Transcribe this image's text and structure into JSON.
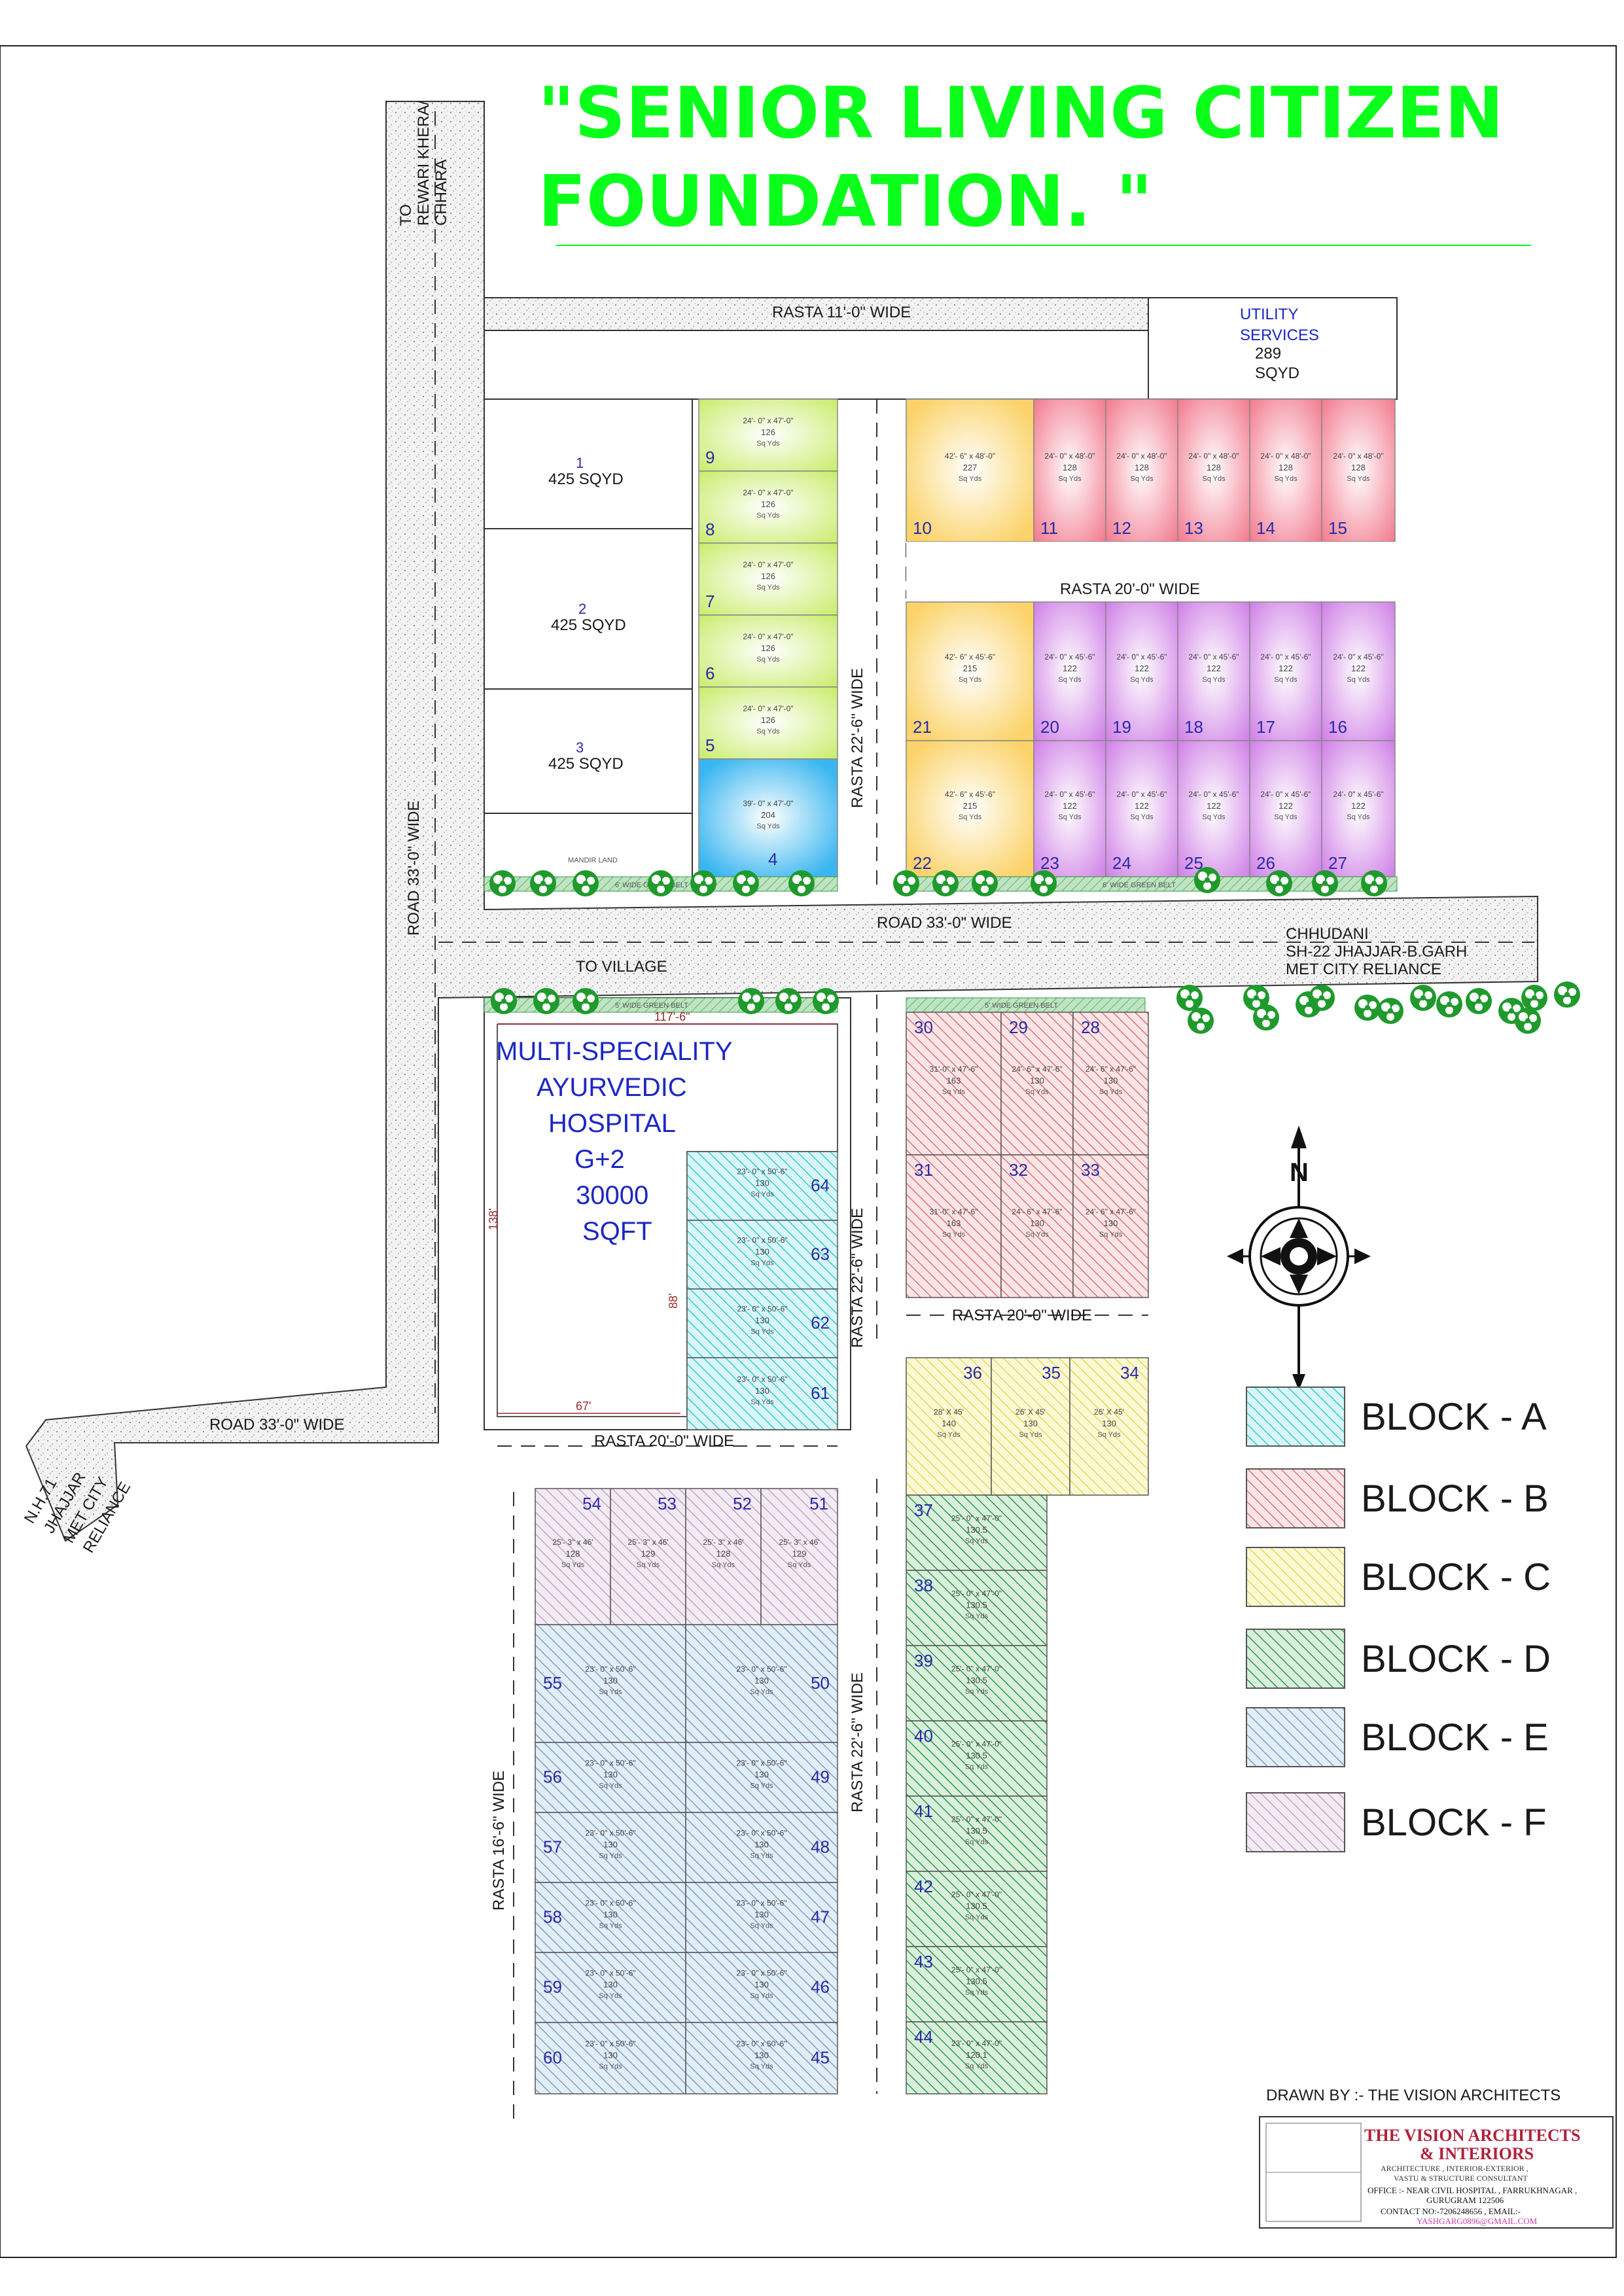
{
  "title": {
    "line1": "\"SENIOR LIVING CITIZEN",
    "line2": "FOUNDATION. \""
  },
  "colors": {
    "block_a": "#5ad6d8",
    "block_b": "#e28c90",
    "block_c": "#efe77a",
    "block_d": "#39a253",
    "block_e": "#7fa8c6",
    "block_f": "#c5a8c6",
    "title": "#0aff1a",
    "plot_number": "#2a2aa8",
    "tree": "#1f9a2c"
  },
  "roads": {
    "rasta_top": "RASTA 11'-0\" WIDE",
    "rasta_20_top": "RASTA  20'-0\"  WIDE",
    "rasta_22_top": "RASTA  22'-6\"  WIDE",
    "road_33_main": "ROAD 33'-0\" WIDE",
    "road_33_left": "ROAD 33'-0\" WIDE",
    "to_village": "TO VILLAGE",
    "chhudani_1": "CHHUDANI",
    "chhudani_2": "SH-22 JHAJJAR-B.GARH",
    "chhudani_3": "MET CITY RELIANCE",
    "rasta_22_mid": "RASTA  22'-6\"  WIDE",
    "rasta_20_mid": "RASTA  20'-0\"  WIDE",
    "rasta_20_bottom": "RASTA  20'-0\"  WIDE",
    "rasta_22_bottom": "RASTA  22'-6\"  WIDE",
    "rasta_16": "RASTA 16'-6\" WIDE",
    "road_33_vertical": "ROAD 33'-0\" WIDE",
    "to_rewari_1": "TO",
    "to_rewari_2": "REWARI KHERA/",
    "to_rewari_3": "CHHARA",
    "nh71_1": "N.H.71",
    "nh71_2": "JHAJJAR",
    "nh71_3": "MET CITY",
    "nh71_4": "RELIANCE"
  },
  "green_belts": {
    "six": "6' WIDE GREEN BELT",
    "five": "5' WIDE GREEN BELT"
  },
  "utility": {
    "line1": "UTILITY",
    "line2": "SERVICES",
    "line3": "289",
    "line4": "SQYD"
  },
  "big_plots": [
    {
      "num": "1",
      "area": "425 SQYD"
    },
    {
      "num": "2",
      "area": "425 SQYD"
    },
    {
      "num": "3",
      "area": "425 SQYD"
    }
  ],
  "mandir": "MANDIR LAND",
  "sq_yds": "Sq Yds",
  "plots": {
    "p9": {
      "num": "9",
      "dim": "24'- 0\" x 47'-0\"",
      "area": "126"
    },
    "p8": {
      "num": "8",
      "dim": "24'- 0\" x 47'-0\"",
      "area": "126"
    },
    "p7": {
      "num": "7",
      "dim": "24'- 0\" x 47'-0\"",
      "area": "126"
    },
    "p6": {
      "num": "6",
      "dim": "24'- 0\" x 47'-0\"",
      "area": "126"
    },
    "p5": {
      "num": "5",
      "dim": "24'- 0\" x 47'-0\"",
      "area": "126"
    },
    "p4": {
      "num": "4",
      "dim": "39'- 0\" x 47'-0\"",
      "area": "204"
    },
    "p10": {
      "num": "10",
      "dim": "42'- 6\" x 48'-0\"",
      "area": "227"
    },
    "p11": {
      "num": "11",
      "dim": "24'- 0\" x 48'-0\"",
      "area": "128"
    },
    "p12": {
      "num": "12",
      "dim": "24'- 0\" x 48'-0\"",
      "area": "128"
    },
    "p13": {
      "num": "13",
      "dim": "24'- 0\" x 48'-0\"",
      "area": "128"
    },
    "p14": {
      "num": "14",
      "dim": "24'- 0\" x 48'-0\"",
      "area": "128"
    },
    "p15": {
      "num": "15",
      "dim": "24'- 0\" x 48'-0\"",
      "area": "128"
    },
    "p21": {
      "num": "21",
      "dim": "42'- 6\" x 45'-6\"",
      "area": "215"
    },
    "p20": {
      "num": "20",
      "dim": "24'- 0\" x 45'-6\"",
      "area": "122"
    },
    "p19": {
      "num": "19",
      "dim": "24'- 0\" x 45'-6\"",
      "area": "122"
    },
    "p18": {
      "num": "18",
      "dim": "24'- 0\" x 45'-6\"",
      "area": "122"
    },
    "p17": {
      "num": "17",
      "dim": "24'- 0\" x 45'-6\"",
      "area": "122"
    },
    "p16": {
      "num": "16",
      "dim": "24'- 0\" x 45'-6\"",
      "area": "122"
    },
    "p22": {
      "num": "22",
      "dim": "42'- 6\" x 45'-6\"",
      "area": "215"
    },
    "p23": {
      "num": "23",
      "dim": "24'- 0\" x 45'-6\"",
      "area": "122"
    },
    "p24": {
      "num": "24",
      "dim": "24'- 0\" x 45'-6\"",
      "area": "122"
    },
    "p25": {
      "num": "25",
      "dim": "24'- 0\" x 45'-6\"",
      "area": "122"
    },
    "p26": {
      "num": "26",
      "dim": "24'- 0\" x 45'-6\"",
      "area": "122"
    },
    "p27": {
      "num": "27",
      "dim": "24'- 0\" x 45'-6\"",
      "area": "122"
    },
    "p30": {
      "num": "30",
      "dim": "31'-0\" x 47'-6\"",
      "area": "163"
    },
    "p29": {
      "num": "29",
      "dim": "24'- 6\" x 47'-6\"",
      "area": "130"
    },
    "p28": {
      "num": "28",
      "dim": "24'- 6\" x 47'-6\"",
      "area": "130"
    },
    "p31": {
      "num": "31",
      "dim": "31'-0\" x 47'-6\"",
      "area": "163"
    },
    "p32": {
      "num": "32",
      "dim": "24'- 6\" x 47'-6\"",
      "area": "130"
    },
    "p33": {
      "num": "33",
      "dim": "24'- 6\" x 47'-6\"",
      "area": "130"
    },
    "p36": {
      "num": "36",
      "dim": "28' X 45'",
      "area": "140"
    },
    "p35": {
      "num": "35",
      "dim": "26' X 45'",
      "area": "130"
    },
    "p34": {
      "num": "34",
      "dim": "26' X 45'",
      "area": "130"
    },
    "p64": {
      "num": "64",
      "dim": "23'- 0\" x 50'-6\"",
      "area": "130"
    },
    "p63": {
      "num": "63",
      "dim": "23'- 0\" x 50'-6\"",
      "area": "130"
    },
    "p62": {
      "num": "62",
      "dim": "23'- 0\" x 50'-6\"",
      "area": "130"
    },
    "p61": {
      "num": "61",
      "dim": "23'- 0\" x 50'-6\"",
      "area": "130"
    },
    "p54": {
      "num": "54",
      "dim": "25'- 3\" x 46'",
      "area": "128"
    },
    "p53": {
      "num": "53",
      "dim": "25'- 3\" x 46'",
      "area": "129"
    },
    "p52": {
      "num": "52",
      "dim": "25'- 3\" x 46'",
      "area": "128"
    },
    "p51": {
      "num": "51",
      "dim": "25'- 3\" x 46'",
      "area": "129"
    },
    "p55": {
      "num": "55",
      "dim": "23'- 0\" x 50'-6\"",
      "area": "130"
    },
    "p50": {
      "num": "50",
      "dim": "23'- 0\" x 50'-6\"",
      "area": "130"
    },
    "p56": {
      "num": "56",
      "dim": "23'- 0\" x 50'-6\"",
      "area": "130"
    },
    "p49": {
      "num": "49",
      "dim": "23'- 0\" x 50'-6\"",
      "area": "130"
    },
    "p57": {
      "num": "57",
      "dim": "23'- 0\" x 50'-6\"",
      "area": "130"
    },
    "p48": {
      "num": "48",
      "dim": "23'- 0\" x 50'-6\"",
      "area": "130"
    },
    "p58": {
      "num": "58",
      "dim": "23'- 0\" x 50'-6\"",
      "area": "130"
    },
    "p47": {
      "num": "47",
      "dim": "23'- 0\" x 50'-6\"",
      "area": "130"
    },
    "p59": {
      "num": "59",
      "dim": "23'- 0\" x 50'-6\"",
      "area": "130"
    },
    "p46": {
      "num": "46",
      "dim": "23'- 0\" x 50'-6\"",
      "area": "130"
    },
    "p60": {
      "num": "60",
      "dim": "23'- 0\" x 50'-6\"",
      "area": "130"
    },
    "p45": {
      "num": "45",
      "dim": "23'- 0\" x 50'-6\"",
      "area": "130"
    },
    "p37": {
      "num": "37",
      "dim": "25'- 0\" x 47'-0\"",
      "area": "130.5"
    },
    "p38": {
      "num": "38",
      "dim": "25'- 0\" x 47'-0\"",
      "area": "130.5"
    },
    "p39": {
      "num": "39",
      "dim": "25'- 0\" x 47'-0\"",
      "area": "130.5"
    },
    "p40": {
      "num": "40",
      "dim": "25'- 0\" x 47'-0\"",
      "area": "130.5"
    },
    "p41": {
      "num": "41",
      "dim": "25'- 0\" x 47'-0\"",
      "area": "130.5"
    },
    "p42": {
      "num": "42",
      "dim": "25'- 0\" x 47'-0\"",
      "area": "130.5"
    },
    "p43": {
      "num": "43",
      "dim": "25'- 0\" x 47'-0\"",
      "area": "130.5"
    },
    "p44": {
      "num": "44",
      "dim": "23'- 0\" x 47'-0\"",
      "area": "120.1"
    }
  },
  "hospital": {
    "line1": "MULTI-SPECIALITY",
    "line2": "AYURVEDIC",
    "line3": "HOSPITAL",
    "line4": "G+2",
    "line5": "30000",
    "line6": "SQFT",
    "dim_top": "117'-6\"",
    "dim_left": "138'",
    "dim_mid": "88'",
    "dim_bottom": "67'"
  },
  "compass": {
    "north": "N"
  },
  "legend": [
    {
      "label": "BLOCK - A"
    },
    {
      "label": "BLOCK - B"
    },
    {
      "label": "BLOCK - C"
    },
    {
      "label": "BLOCK - D"
    },
    {
      "label": "BLOCK - E"
    },
    {
      "label": "BLOCK - F"
    }
  ],
  "drawn_by": "DRAWN BY :- THE VISION ARCHITECTS",
  "stamp": {
    "name1": "THE VISION ARCHITECTS",
    "name2": "& INTERIORS",
    "services1": "ARCHITECTURE , INTERIOR-EXTERIOR ,",
    "services2": "VASTU & STRUCTURE CONSULTANT",
    "office1": "OFFICE :- NEAR CIVIL HOSPITAL , FARRUKHNAGAR ,",
    "office2": "GURUGRAM 122506",
    "contact": "CONTACT NO:-7206248656 , EMAIL:-",
    "email": "YASHGARG0896@GMAIL.COM"
  }
}
